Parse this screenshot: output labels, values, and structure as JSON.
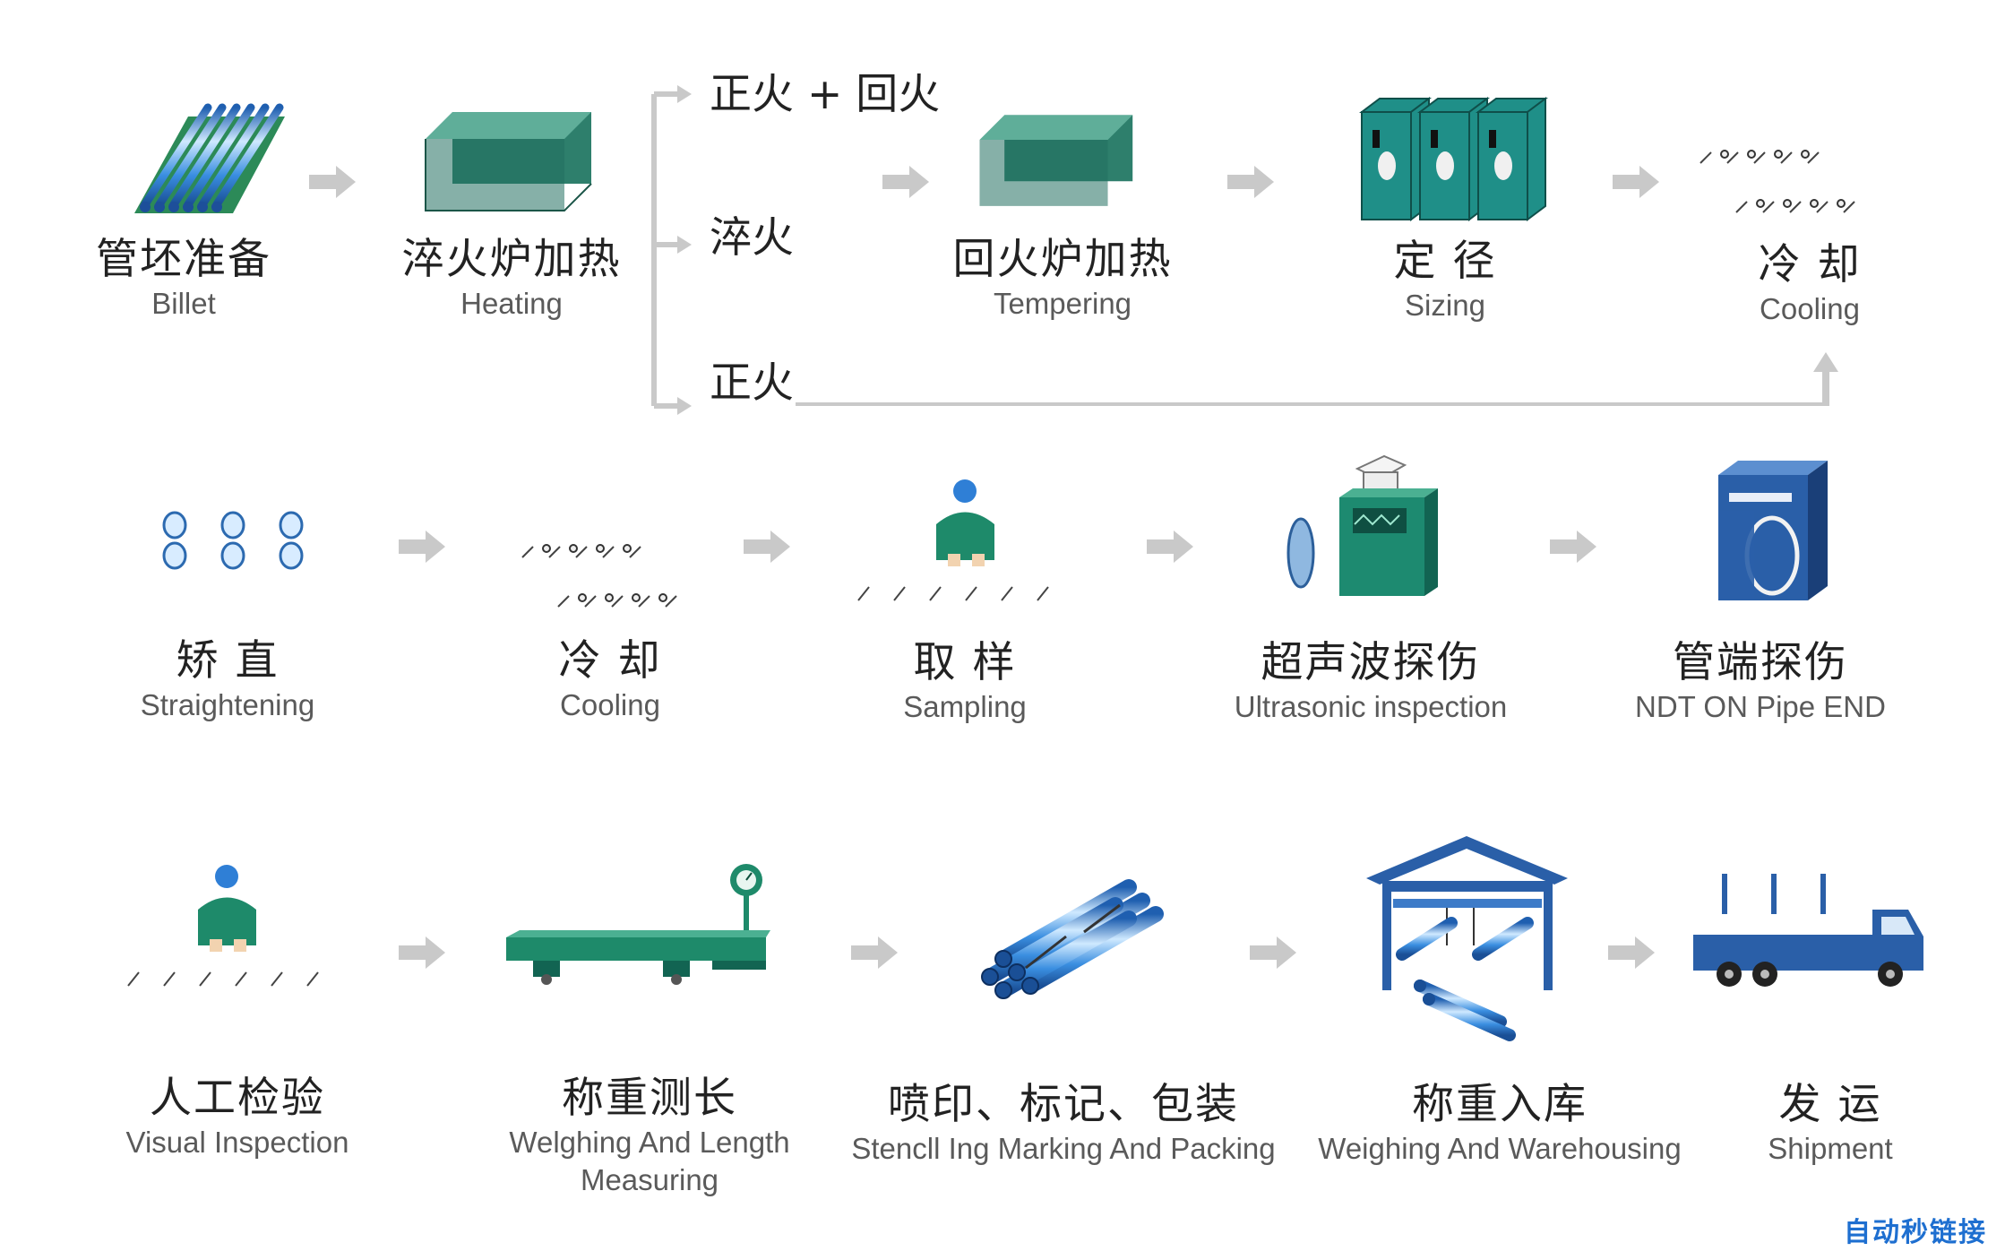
{
  "title": "",
  "row1": [
    {
      "zh": "管坯准备",
      "en": "Billet",
      "icon": "billet-icon"
    },
    {
      "zh": "淬火炉加热",
      "en": "Heating",
      "icon": "quench-furnace-icon"
    },
    {
      "zh": "回火炉加热",
      "en": "Tempering",
      "icon": "temper-furnace-icon"
    },
    {
      "zh": "定 径",
      "en": "Sizing",
      "icon": "sizing-mill-icon"
    },
    {
      "zh": "冷 却",
      "en": "Cooling",
      "icon": "cooling-bed-icon"
    }
  ],
  "branches": [
    {
      "label": "正火 + 回火"
    },
    {
      "label": "淬火"
    },
    {
      "label": "正火"
    }
  ],
  "row2": [
    {
      "zh": "矫 直",
      "en": "Straightening",
      "icon": "straightener-icon"
    },
    {
      "zh": "冷 却",
      "en": "Cooling",
      "icon": "cooling-bed-icon"
    },
    {
      "zh": "取 样",
      "en": "Sampling",
      "icon": "worker-pipe-icon"
    },
    {
      "zh": "超声波探伤",
      "en": "Ultrasonic inspection",
      "icon": "ultrasonic-tester-icon"
    },
    {
      "zh": "管端探伤",
      "en": "NDT ON Pipe END",
      "icon": "pipe-end-ndt-icon"
    }
  ],
  "row3": [
    {
      "zh": "人工检验",
      "en": "Visual Inspection",
      "icon": "worker-pipe-icon"
    },
    {
      "zh": "称重测长",
      "en": "Welghing And Length",
      "en2": "Measuring",
      "icon": "weigh-scale-icon"
    },
    {
      "zh": "喷印、标记、包装",
      "en": "Stencll Ing Marking And Packing",
      "icon": "pipe-bundle-icon"
    },
    {
      "zh": "称重入库",
      "en": "Weighing And Warehousing",
      "icon": "warehouse-crane-icon"
    },
    {
      "zh": "发 运",
      "en": "Shipment",
      "icon": "truck-icon"
    }
  ],
  "watermark": "自动秒链接",
  "colors": {
    "pipe_blue": "#2f7fd6",
    "pipe_light": "#bfe2ff",
    "machine_teal": "#1e8f86",
    "hot_red": "#e03a3a",
    "arrow_gray": "#c8c8c8",
    "truck_blue": "#2a5fa8",
    "sample_yellow": "#f2c040"
  }
}
